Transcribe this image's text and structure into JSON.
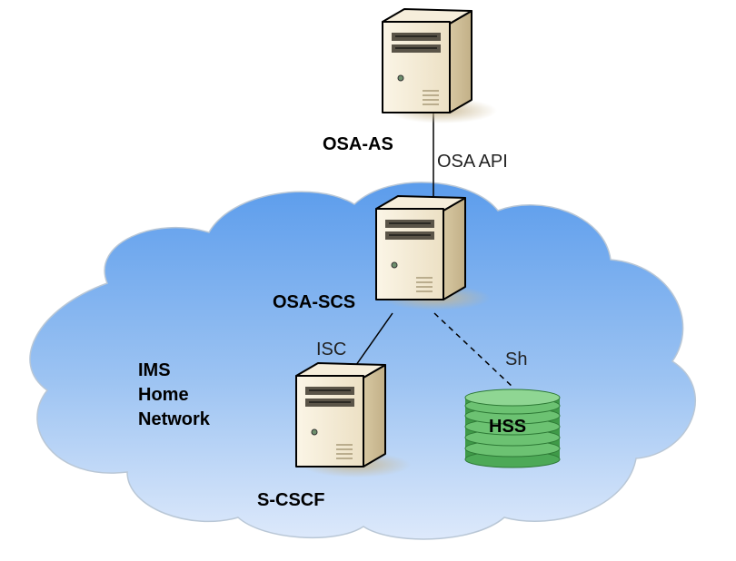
{
  "nodes": {
    "osa_as": "OSA-AS",
    "osa_scs": "OSA-SCS",
    "s_cscf": "S-CSCF",
    "hss": "HSS"
  },
  "network": {
    "line1": "IMS",
    "line2": "Home",
    "line3": "Network"
  },
  "links": {
    "osa_api": "OSA API",
    "isc": "ISC",
    "sh": "Sh"
  },
  "colors": {
    "cloud_top": "#6aa6ef",
    "cloud_bottom": "#d6e6fa",
    "server_body": "#f1e6cd",
    "hss_green": "#5cb85f"
  }
}
